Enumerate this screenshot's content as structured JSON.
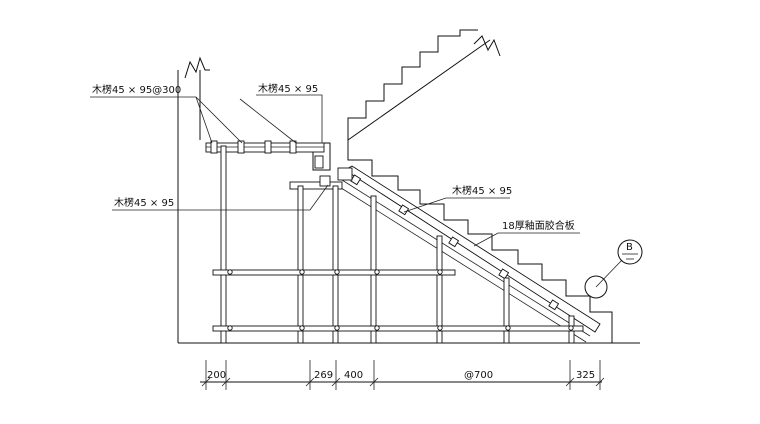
{
  "labels": {
    "joist_top": "木楞45 × 95@300",
    "joist_mid": "木楞45 × 95",
    "joist_left": "木楞45 × 95",
    "joist_slope": "木楞45 × 95",
    "plywood": "18厚釉面胶合板"
  },
  "detail_marker": "B",
  "dimensions": [
    "200",
    "269",
    "400",
    "@700",
    "325"
  ],
  "colors": {
    "line": "#111111",
    "background": "#ffffff"
  }
}
